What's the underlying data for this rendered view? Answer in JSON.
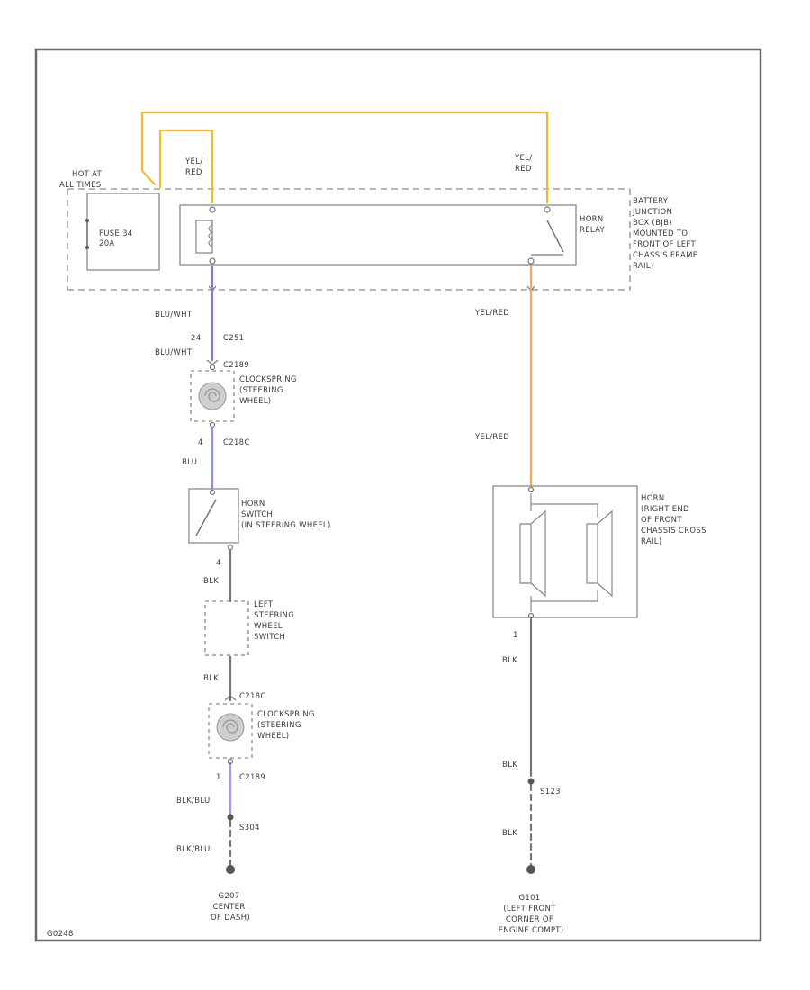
{
  "colors": {
    "yel_red": "#f5b830",
    "yel_red_light": "#f5a860",
    "blu_wht": "#7a7ae8",
    "blu": "#8a8af0",
    "blk": "#777777",
    "blk_blu": "#9a9af0"
  },
  "labels": {
    "hot_at_all_times": [
      "HOT AT",
      "ALL TIMES"
    ],
    "fuse": [
      "FUSE 34",
      "20A"
    ],
    "yel_red_top_left": [
      "YEL/",
      "RED"
    ],
    "yel_red_top_right": [
      "YEL/",
      "RED"
    ],
    "battery_junction_box": [
      "BATTERY",
      "JUNCTION",
      "BOX (BJB)",
      "MOUNTED TO",
      "FRONT OF LEFT",
      "CHASSIS FRAME",
      "RAIL)"
    ],
    "horn_relay": [
      "HORN",
      "RELAY"
    ],
    "blu_wht_1": "BLU/WHT",
    "pin_24": "24",
    "c2_c251": "C251",
    "blu_wht_2": "BLU/WHT",
    "c2_c2189_top": "C2189",
    "clockspring_upper": [
      "CLOCKSPRING",
      "(STEERING",
      "WHEEL)"
    ],
    "pin_4": "4",
    "c2_c218c": "C218C",
    "blu": "BLU",
    "horn_switch": [
      "HORN",
      "SWITCH",
      "(IN STEERING WHEEL)"
    ],
    "pin_4b": "4",
    "blk_1": "BLK",
    "left_steering_switch": [
      "LEFT",
      "STEERING",
      "WHEEL",
      "SWITCH"
    ],
    "blk_2": "BLK",
    "c2_c218c_lower": "C218C",
    "clockspring_lower": [
      "CLOCKSPRING",
      "(STEERING",
      "WHEEL)"
    ],
    "pin_1": "1",
    "c2_c2189_lower": "C2189",
    "blk_blu_1": "BLK/BLU",
    "splice_s304": "S304",
    "blk_blu_2": "BLK/BLU",
    "ground_left": [
      "G207",
      "CENTER",
      "OF DASH)"
    ],
    "yel_red_mid": "YEL/RED",
    "yel_red_mid2": "YEL/RED",
    "horn": [
      "HORN",
      "(RIGHT END",
      "OF FRONT",
      "CHASSIS CROSS",
      "RAIL)"
    ],
    "pin_1r": "1",
    "blk_r1": "BLK",
    "blk_r2": "BLK",
    "splice_s123": "S123",
    "blk_r3": "BLK",
    "ground_right": [
      "G101",
      "(LEFT FRONT",
      "CORNER OF",
      "ENGINE COMPT)"
    ],
    "figure_code": "G0248"
  }
}
